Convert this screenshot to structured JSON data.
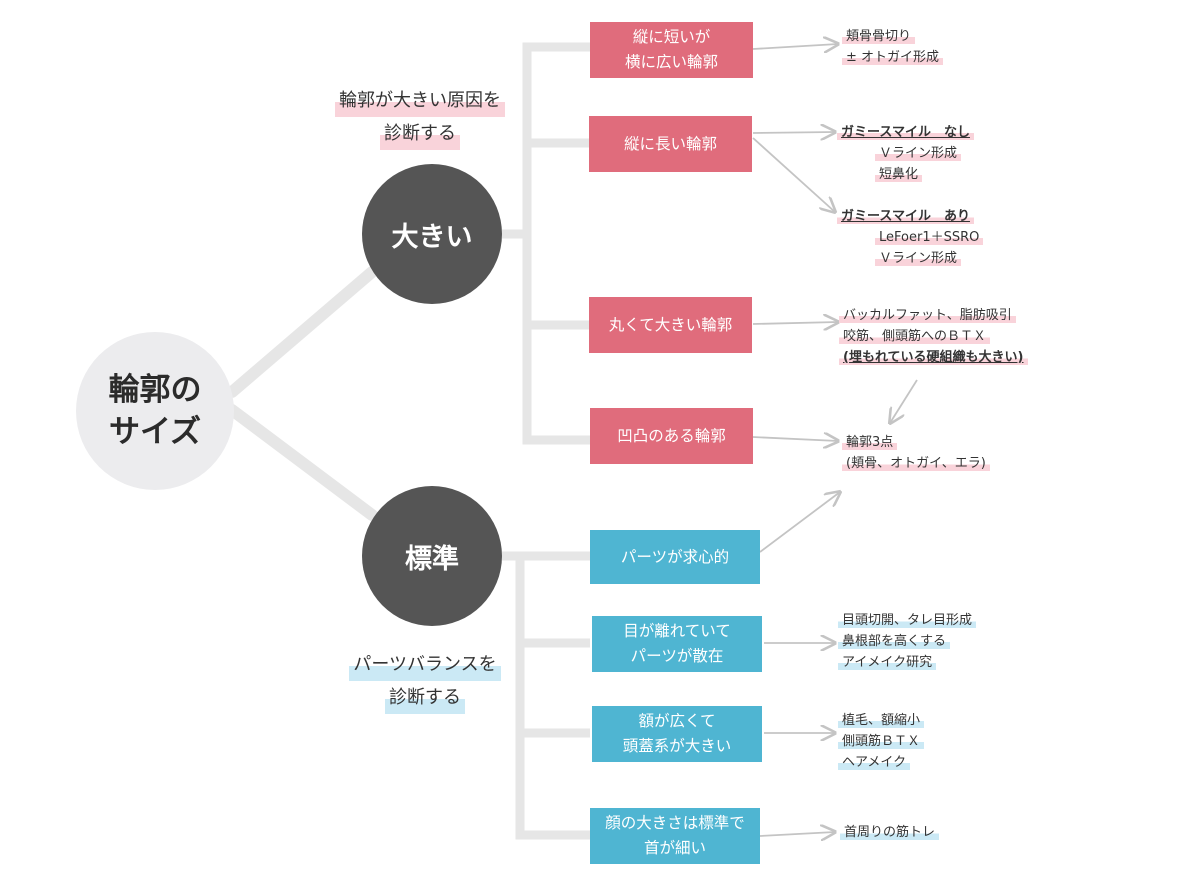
{
  "root": {
    "label": "輪郭の\nサイズ"
  },
  "large": {
    "label": "大きい",
    "caption": [
      "輪郭が大きい原因を",
      "診断する"
    ],
    "branches": [
      {
        "label": "縦に短いが\n横に広い輪郭",
        "notes": [
          "頬骨骨切り",
          "± オトガイ形成"
        ]
      },
      {
        "label": "縦に長い輪郭",
        "groups": [
          {
            "title": "ガミースマイル　なし",
            "items": [
              "Ｖライン形成",
              "短鼻化"
            ]
          },
          {
            "title": "ガミースマイル　あり",
            "items": [
              "LeFoer1＋SSRO",
              "Ｖライン形成"
            ]
          }
        ]
      },
      {
        "label": "丸くて大きい輪郭",
        "notes": [
          "バッカルファット、脂肪吸引",
          "咬筋、側頭筋へのＢＴＸ"
        ],
        "bold_note": "(埋もれている硬組織も大きい)"
      },
      {
        "label": "凹凸のある輪郭",
        "notes": [
          "輪郭3点",
          "(頬骨、オトガイ、エラ)"
        ]
      }
    ]
  },
  "standard": {
    "label": "標準",
    "caption": [
      "パーツバランスを",
      "診断する"
    ],
    "branches": [
      {
        "label": "パーツが求心的",
        "notes": []
      },
      {
        "label": "目が離れていて\nパーツが散在",
        "notes": [
          "目頭切開、タレ目形成",
          "鼻根部を高くする",
          "アイメイク研究"
        ]
      },
      {
        "label": "額が広くて\n頭蓋系が大きい",
        "notes": [
          "植毛、額縮小",
          "側頭筋ＢＴＸ",
          "ヘアメイク"
        ]
      },
      {
        "label": "顔の大きさは標準で\n首が細い",
        "notes": [
          "首周りの筋トレ"
        ]
      }
    ]
  },
  "colors": {
    "pink": "#e06c7c",
    "blue": "#4fb5d2",
    "dark": "#555555",
    "root": "#ececee",
    "connector": "#e6e6e6",
    "arrow": "#c4c4c4",
    "highlight_pink": "#f9d3da",
    "highlight_blue": "#cbe9f5"
  }
}
